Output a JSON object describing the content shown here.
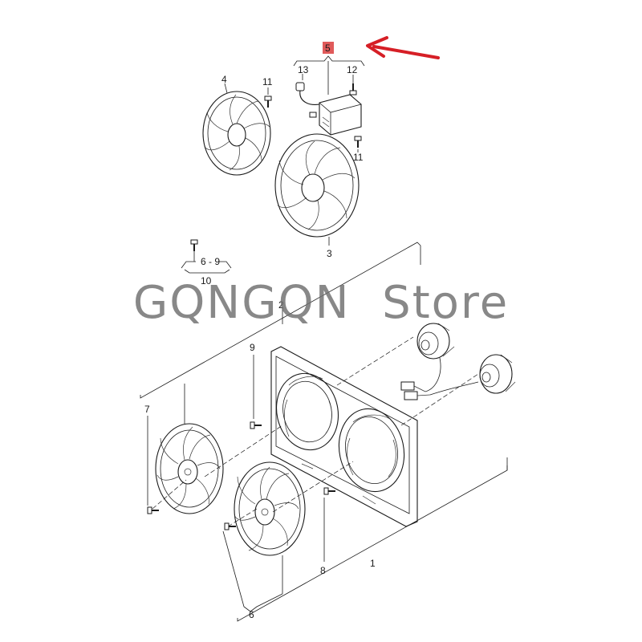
{
  "labels": {
    "p1": "1",
    "p2": "2",
    "p3": "3",
    "p4": "4",
    "p5": "5",
    "p6": "6",
    "p7": "7",
    "p8": "8",
    "p9": "9",
    "p10": "10",
    "p11a": "11",
    "p11b": "11",
    "p12": "12",
    "p13": "13",
    "range69": "6 - 9"
  },
  "watermark": "GQNGQN  Store",
  "colors": {
    "highlight": "#e05a5a",
    "arrow": "#d61f26",
    "lines": "#1a1a1a"
  },
  "icons": {
    "pointer": "red-arrow-icon"
  }
}
